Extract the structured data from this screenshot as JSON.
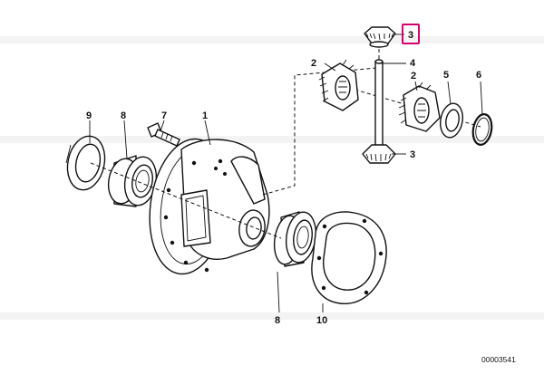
{
  "diagram": {
    "figure_code": "00003541",
    "highlight_color": "#d6006f",
    "callouts": [
      {
        "id": "c1",
        "label": "1"
      },
      {
        "id": "c2a",
        "label": "2"
      },
      {
        "id": "c2b",
        "label": "2"
      },
      {
        "id": "c3a",
        "label": "3",
        "highlighted": true
      },
      {
        "id": "c3b",
        "label": "3"
      },
      {
        "id": "c4",
        "label": "4"
      },
      {
        "id": "c5",
        "label": "5"
      },
      {
        "id": "c6",
        "label": "6"
      },
      {
        "id": "c7",
        "label": "7"
      },
      {
        "id": "c8a",
        "label": "8"
      },
      {
        "id": "c8b",
        "label": "8"
      },
      {
        "id": "c9",
        "label": "9"
      },
      {
        "id": "c10",
        "label": "10"
      }
    ]
  }
}
